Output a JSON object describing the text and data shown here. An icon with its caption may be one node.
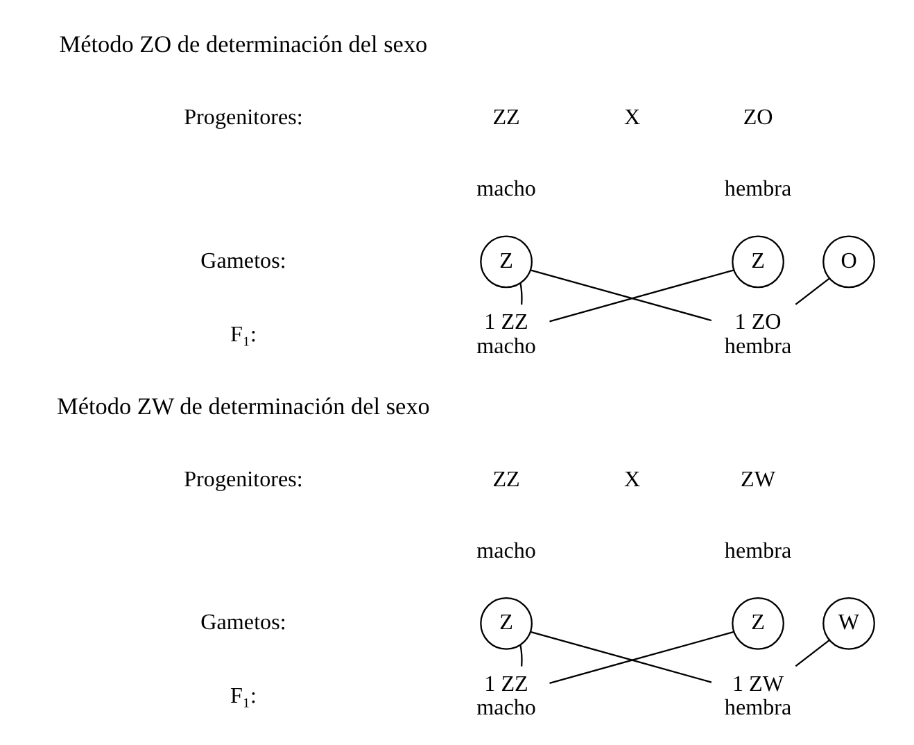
{
  "diagram": {
    "nodes": [
      {
        "text": [
          "Z"
        ]
      },
      {
        "text": [
          "Z"
        ]
      },
      {
        "text": [
          "O"
        ]
      },
      {
        "text": [
          "1 ZZ"
        ],
        "beside": [
          "macho"
        ]
      },
      {
        "text": [
          "1 ZO"
        ],
        "beside": [
          "hembra"
        ]
      },
      {
        "text": [
          "Z"
        ]
      },
      {
        "text": [
          "Z"
        ]
      },
      {
        "text": [
          "W"
        ]
      },
      {
        "text": [
          "1 ZZ"
        ],
        "beside": [
          "macho"
        ]
      },
      {
        "text": [
          "1 ZW"
        ],
        "beside": [
          "hembra"
        ]
      }
    ],
    "edges": [
      {
        "from": 0,
        "to": 3,
        "arrow": "none"
      },
      {
        "from": 0,
        "to": 4,
        "arrow": "none"
      },
      {
        "from": 1,
        "to": 3,
        "arrow": "none"
      },
      {
        "from": 2,
        "to": 4,
        "arrow": "none"
      },
      {
        "from": 5,
        "to": 8,
        "arrow": "none"
      },
      {
        "from": 5,
        "to": 9,
        "arrow": "none"
      },
      {
        "from": 6,
        "to": 8,
        "arrow": "none"
      },
      {
        "from": 7,
        "to": 9,
        "arrow": "none"
      }
    ],
    "labels": [
      "Método ZO de determinación del sexo",
      "Progenitores:",
      "ZZ",
      "X",
      "ZO",
      "macho",
      "hembra",
      "Gametos:",
      "F₁:",
      "Método ZW de determinación del sexo",
      "Progenitores:",
      "ZZ",
      "X",
      "ZW",
      "macho",
      "hembra",
      "Gametos:",
      "F₁:"
    ]
  }
}
